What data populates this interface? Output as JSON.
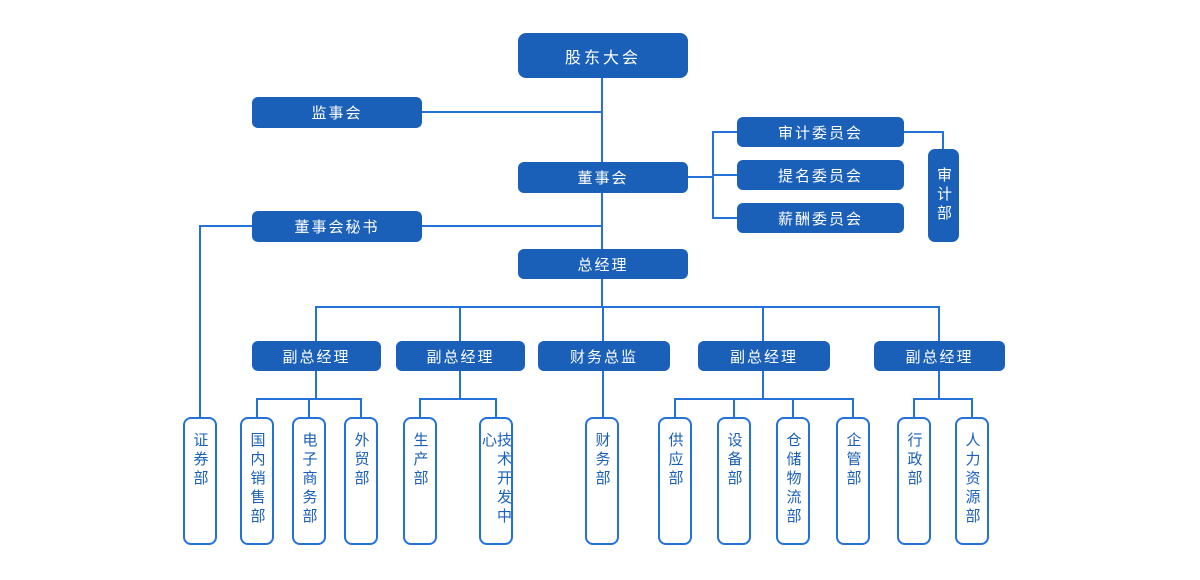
{
  "colors": {
    "node_fill": "#1a5fb8",
    "line_color": "#2472d8",
    "node_text": "#ffffff",
    "dept_text": "#1a5fb8",
    "background": "#ffffff"
  },
  "nodes": {
    "shareholders": {
      "label": "股东大会"
    },
    "supervisory_board": {
      "label": "监事会"
    },
    "board_of_directors": {
      "label": "董事会"
    },
    "audit_committee": {
      "label": "审计委员会"
    },
    "nomination_committee": {
      "label": "提名委员会"
    },
    "compensation_committee": {
      "label": "薪酬委员会"
    },
    "audit_department": {
      "label": "审计部"
    },
    "board_secretary": {
      "label": "董事会秘书"
    },
    "general_manager": {
      "label": "总经理"
    },
    "deputy_gm_1": {
      "label": "副总经理"
    },
    "deputy_gm_2": {
      "label": "副总经理"
    },
    "cfo": {
      "label": "财务总监"
    },
    "deputy_gm_3": {
      "label": "副总经理"
    },
    "deputy_gm_4": {
      "label": "副总经理"
    },
    "securities_dept": {
      "label": "证券部"
    },
    "domestic_sales_dept": {
      "label": "国内销售部"
    },
    "ecommerce_dept": {
      "label": "电子商务部"
    },
    "foreign_trade_dept": {
      "label": "外贸部"
    },
    "production_dept": {
      "label": "生产部"
    },
    "tech_dev_center": {
      "label": "技术开发中心"
    },
    "finance_dept": {
      "label": "财务部"
    },
    "supply_dept": {
      "label": "供应部"
    },
    "equipment_dept": {
      "label": "设备部"
    },
    "warehouse_logistics_dept": {
      "label": "仓储物流部"
    },
    "enterprise_mgmt_dept": {
      "label": "企管部"
    },
    "admin_dept": {
      "label": "行政部"
    },
    "hr_dept": {
      "label": "人力资源部"
    }
  },
  "edges": [
    [
      "shareholders",
      "supervisory_board"
    ],
    [
      "shareholders",
      "board_of_directors"
    ],
    [
      "board_of_directors",
      "audit_committee"
    ],
    [
      "board_of_directors",
      "nomination_committee"
    ],
    [
      "board_of_directors",
      "compensation_committee"
    ],
    [
      "audit_committee",
      "audit_department"
    ],
    [
      "board_of_directors",
      "board_secretary"
    ],
    [
      "board_secretary",
      "securities_dept"
    ],
    [
      "board_of_directors",
      "general_manager"
    ],
    [
      "general_manager",
      "deputy_gm_1"
    ],
    [
      "general_manager",
      "deputy_gm_2"
    ],
    [
      "general_manager",
      "cfo"
    ],
    [
      "general_manager",
      "deputy_gm_3"
    ],
    [
      "general_manager",
      "deputy_gm_4"
    ],
    [
      "deputy_gm_1",
      "domestic_sales_dept"
    ],
    [
      "deputy_gm_1",
      "ecommerce_dept"
    ],
    [
      "deputy_gm_1",
      "foreign_trade_dept"
    ],
    [
      "deputy_gm_2",
      "production_dept"
    ],
    [
      "deputy_gm_2",
      "tech_dev_center"
    ],
    [
      "cfo",
      "finance_dept"
    ],
    [
      "deputy_gm_3",
      "supply_dept"
    ],
    [
      "deputy_gm_3",
      "equipment_dept"
    ],
    [
      "deputy_gm_3",
      "warehouse_logistics_dept"
    ],
    [
      "deputy_gm_3",
      "enterprise_mgmt_dept"
    ],
    [
      "deputy_gm_4",
      "admin_dept"
    ],
    [
      "deputy_gm_4",
      "hr_dept"
    ]
  ]
}
